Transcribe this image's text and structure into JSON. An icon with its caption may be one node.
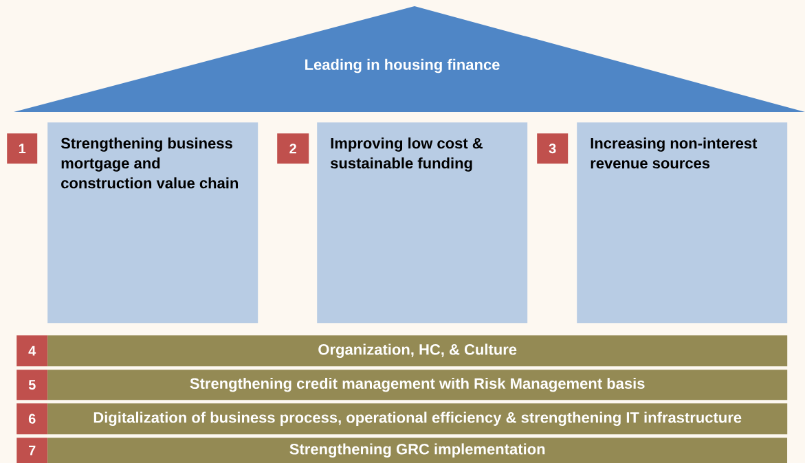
{
  "diagram": {
    "nodes": [
      {
        "text": [
          "Leading in housing finance"
        ]
      },
      {
        "text": [
          "1"
        ]
      },
      {
        "text": [
          "Strengthening business mortgage and construction value chain"
        ]
      },
      {
        "text": [
          "2"
        ]
      },
      {
        "text": [
          "Improving low cost & sustainable funding"
        ]
      },
      {
        "text": [
          "3"
        ]
      },
      {
        "text": [
          "Increasing non-interest revenue sources"
        ]
      },
      {
        "text": [
          "4"
        ]
      },
      {
        "text": [
          "Organization, HC, & Culture"
        ]
      },
      {
        "text": [
          "5"
        ]
      },
      {
        "text": [
          "Strengthening credit management with Risk Management basis"
        ]
      },
      {
        "text": [
          "6"
        ]
      },
      {
        "text": [
          "Digitalization of business process, operational efficiency & strengthening IT infrastructure"
        ]
      },
      {
        "text": [
          "7"
        ]
      },
      {
        "text": [
          "Strengthening GRC implementation"
        ]
      }
    ]
  }
}
